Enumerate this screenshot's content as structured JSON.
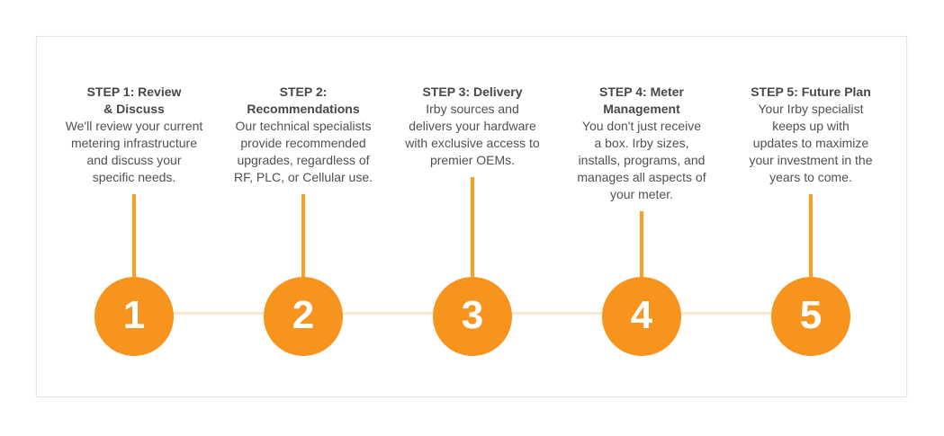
{
  "diagram": {
    "title": "Irby 5-step metering process timeline",
    "colors": {
      "circle_orange": "#f7941e",
      "stem_orange": "#f9a01e",
      "connector_peach": "#fae7cd",
      "heading_text": "#48484a",
      "body_text": "#515154",
      "card_border": "#e5e5e7",
      "number_text": "#ffffff"
    },
    "steps": [
      {
        "number": "1",
        "title": "STEP 1: Review\n& Discuss",
        "body": "We'll review your current\nmetering infrastructure\nand discuss your\nspecific needs."
      },
      {
        "number": "2",
        "title": "STEP 2:\nRecommendations",
        "body": "Our technical specialists\nprovide recommended\nupgrades, regardless of\nRF, PLC, or Cellular use."
      },
      {
        "number": "3",
        "title": "STEP 3: Delivery",
        "body": "Irby sources and\ndelivers your hardware\nwith exclusive access to\npremier OEMs."
      },
      {
        "number": "4",
        "title": "STEP 4: Meter\nManagement",
        "body": "You don't just receive\na box. Irby sizes,\ninstalls, programs, and\nmanages all aspects of\nyour meter."
      },
      {
        "number": "5",
        "title": "STEP 5: Future Plan",
        "body": "Your Irby specialist\nkeeps up with\nupdates to maximize\nyour investment in the\nyears to come."
      }
    ]
  }
}
